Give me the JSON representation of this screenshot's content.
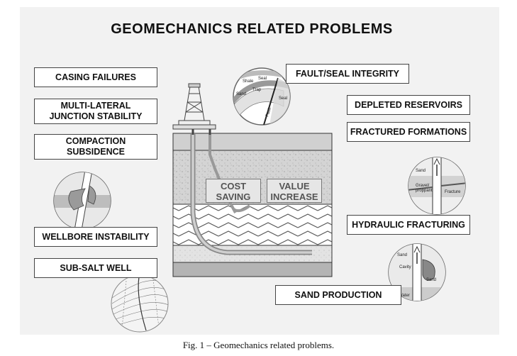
{
  "title": "GEOMECHANICS RELATED PROBLEMS",
  "boxes": {
    "casing_failures": "CASING FAILURES",
    "multi_lateral": "MULTI-LATERAL\nJUNCTION STABILITY",
    "compaction": "COMPACTION\nSUBSIDENCE",
    "wellbore": "WELLBORE INSTABILITY",
    "sub_salt": "SUB-SALT WELL",
    "fault_seal": "FAULT/SEAL INTEGRITY",
    "depleted": "DEPLETED RESERVOIRS",
    "fractured": "FRACTURED FORMATIONS",
    "hydraulic": "HYDRAULIC FRACTURING",
    "sand_production": "SAND PRODUCTION"
  },
  "callouts": {
    "cost_saving": "COST\nSAVING",
    "value_increase": "VALUE\nINCREASE"
  },
  "inset_labels": {
    "fault": {
      "shale": "Shale",
      "seal": "Seal",
      "trap": "Trap",
      "sand": "Sand",
      "seal2": "Seal",
      "fault": "Fault"
    },
    "frac": {
      "sand": "Sand",
      "gravel": "Gravel/",
      "proppant": "proppant",
      "fracture": "Fracture"
    },
    "sandprod": {
      "sand": "Sand",
      "cavity": "Cavity",
      "sand2": "Sand",
      "water": "Water"
    }
  },
  "caption": "Fig. 1 – Geomechanics related problems."
}
